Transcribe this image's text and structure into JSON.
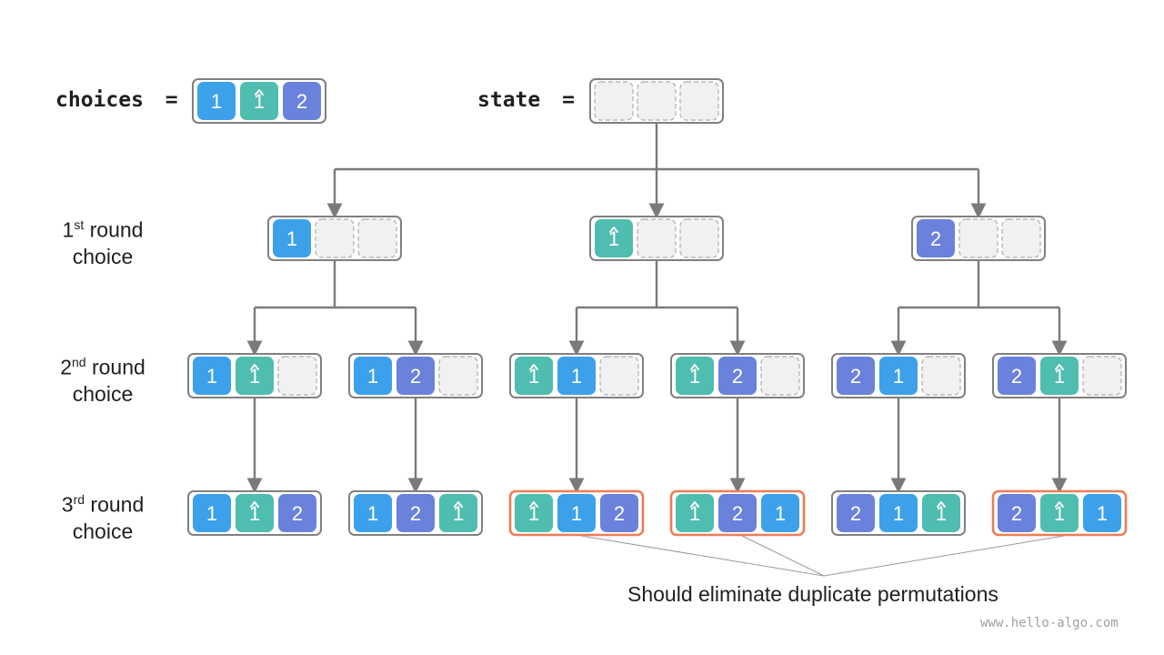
{
  "colors": {
    "blue": "#3ca1ea",
    "teal": "#4fbdaf",
    "purple": "#6a82dc",
    "border": "#808080",
    "highlight": "#ee7c55",
    "empty_fill": "#f1f1f1",
    "empty_border": "#b8b8b8",
    "edge": "#7a7a7a"
  },
  "header": {
    "choices_label": "choices",
    "state_label": "state",
    "equals": "=",
    "choices": [
      {
        "v": "1",
        "c": "blue",
        "hat": false
      },
      {
        "v": "1",
        "c": "teal",
        "hat": true
      },
      {
        "v": "2",
        "c": "purple",
        "hat": false
      }
    ],
    "state": [
      null,
      null,
      null
    ]
  },
  "round_labels": [
    {
      "ord": "1",
      "suffix": "st",
      "word": "round",
      "line2": "choice"
    },
    {
      "ord": "2",
      "suffix": "nd",
      "word": "round",
      "line2": "choice"
    },
    {
      "ord": "3",
      "suffix": "rd",
      "word": "round",
      "line2": "choice"
    }
  ],
  "tree": {
    "round1": [
      {
        "cells": [
          {
            "v": "1",
            "c": "blue",
            "hat": false
          },
          null,
          null
        ],
        "highlight": false
      },
      {
        "cells": [
          {
            "v": "1",
            "c": "teal",
            "hat": true
          },
          null,
          null
        ],
        "highlight": false
      },
      {
        "cells": [
          {
            "v": "2",
            "c": "purple",
            "hat": false
          },
          null,
          null
        ],
        "highlight": false
      }
    ],
    "round2": [
      {
        "cells": [
          {
            "v": "1",
            "c": "blue",
            "hat": false
          },
          {
            "v": "1",
            "c": "teal",
            "hat": true
          },
          null
        ],
        "highlight": false
      },
      {
        "cells": [
          {
            "v": "1",
            "c": "blue",
            "hat": false
          },
          {
            "v": "2",
            "c": "purple",
            "hat": false
          },
          null
        ],
        "highlight": false
      },
      {
        "cells": [
          {
            "v": "1",
            "c": "teal",
            "hat": true
          },
          {
            "v": "1",
            "c": "blue",
            "hat": false
          },
          null
        ],
        "highlight": false
      },
      {
        "cells": [
          {
            "v": "1",
            "c": "teal",
            "hat": true
          },
          {
            "v": "2",
            "c": "purple",
            "hat": false
          },
          null
        ],
        "highlight": false
      },
      {
        "cells": [
          {
            "v": "2",
            "c": "purple",
            "hat": false
          },
          {
            "v": "1",
            "c": "blue",
            "hat": false
          },
          null
        ],
        "highlight": false
      },
      {
        "cells": [
          {
            "v": "2",
            "c": "purple",
            "hat": false
          },
          {
            "v": "1",
            "c": "teal",
            "hat": true
          },
          null
        ],
        "highlight": false
      }
    ],
    "round3": [
      {
        "cells": [
          {
            "v": "1",
            "c": "blue",
            "hat": false
          },
          {
            "v": "1",
            "c": "teal",
            "hat": true
          },
          {
            "v": "2",
            "c": "purple",
            "hat": false
          }
        ],
        "highlight": false
      },
      {
        "cells": [
          {
            "v": "1",
            "c": "blue",
            "hat": false
          },
          {
            "v": "2",
            "c": "purple",
            "hat": false
          },
          {
            "v": "1",
            "c": "teal",
            "hat": true
          }
        ],
        "highlight": false
      },
      {
        "cells": [
          {
            "v": "1",
            "c": "teal",
            "hat": true
          },
          {
            "v": "1",
            "c": "blue",
            "hat": false
          },
          {
            "v": "2",
            "c": "purple",
            "hat": false
          }
        ],
        "highlight": true
      },
      {
        "cells": [
          {
            "v": "1",
            "c": "teal",
            "hat": true
          },
          {
            "v": "2",
            "c": "purple",
            "hat": false
          },
          {
            "v": "1",
            "c": "blue",
            "hat": false
          }
        ],
        "highlight": true
      },
      {
        "cells": [
          {
            "v": "2",
            "c": "purple",
            "hat": false
          },
          {
            "v": "1",
            "c": "blue",
            "hat": false
          },
          {
            "v": "1",
            "c": "teal",
            "hat": true
          }
        ],
        "highlight": false
      },
      {
        "cells": [
          {
            "v": "2",
            "c": "purple",
            "hat": false
          },
          {
            "v": "1",
            "c": "teal",
            "hat": true
          },
          {
            "v": "1",
            "c": "blue",
            "hat": false
          }
        ],
        "highlight": true
      }
    ]
  },
  "annotation": "Should eliminate duplicate permutations",
  "watermark": "www.hello-algo.com"
}
